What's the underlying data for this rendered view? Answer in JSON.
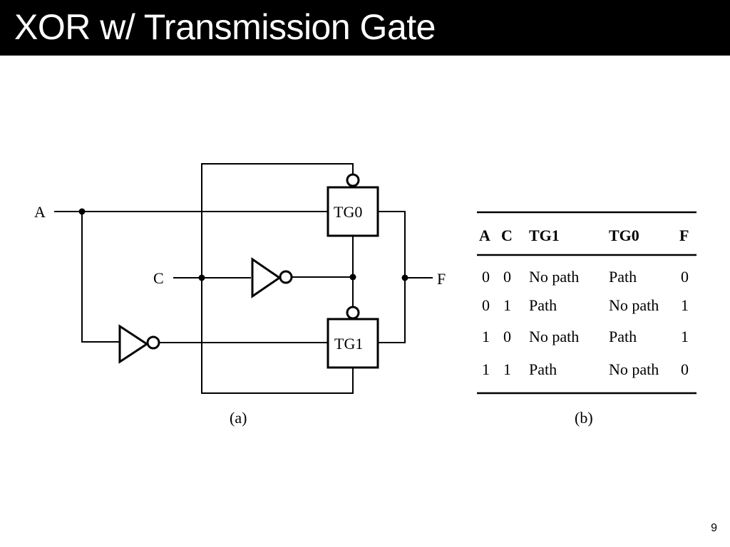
{
  "slide": {
    "title": "XOR w/ Transmission Gate",
    "page_number": "9"
  },
  "circuit": {
    "input_a": "A",
    "input_c": "C",
    "output_f": "F",
    "tg0_label": "TG0",
    "tg1_label": "TG1",
    "caption": "(a)"
  },
  "truth_table": {
    "caption": "(b)",
    "headers": [
      "A",
      "C",
      "TG1",
      "TG0",
      "F"
    ],
    "rows": [
      [
        "0",
        "0",
        "No path",
        "Path",
        "0"
      ],
      [
        "0",
        "1",
        "Path",
        "No path",
        "1"
      ],
      [
        "1",
        "0",
        "No path",
        "Path",
        "1"
      ],
      [
        "1",
        "1",
        "Path",
        "No path",
        "0"
      ]
    ]
  }
}
